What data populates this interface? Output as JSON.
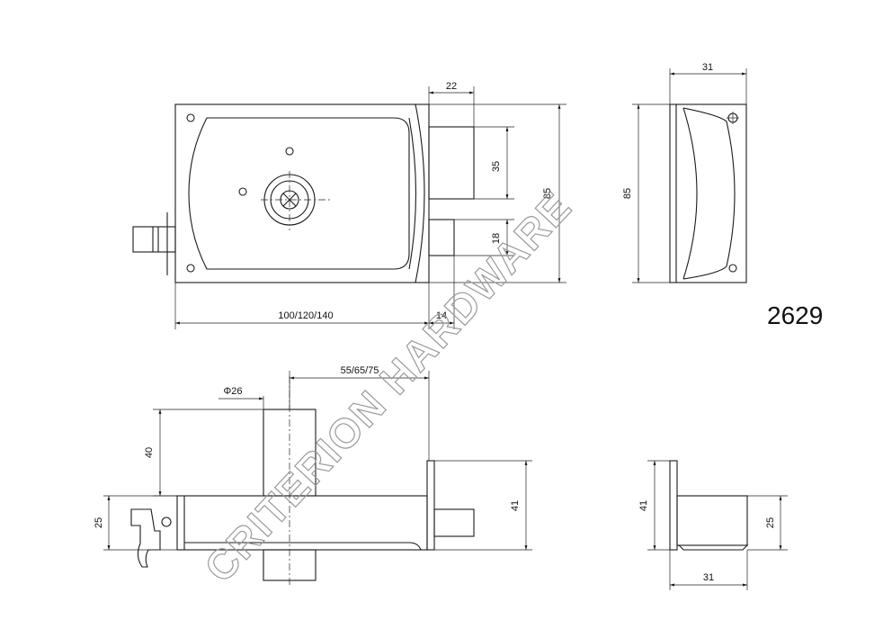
{
  "model_number": "2629",
  "watermark": "CRITERION HARDWARE",
  "front_view": {
    "dim_22": "22",
    "dim_35": "35",
    "dim_18": "18",
    "dim_85": "85",
    "dim_length": "100/120/140",
    "dim_14": "14"
  },
  "side_view": {
    "dim_31": "31",
    "dim_85": "85"
  },
  "top_view": {
    "dim_backset": "55/65/75",
    "dim_phi26": "Φ26",
    "dim_40": "40",
    "dim_25": "25",
    "dim_41": "41"
  },
  "end_view": {
    "dim_41": "41",
    "dim_25": "25",
    "dim_31": "31"
  }
}
